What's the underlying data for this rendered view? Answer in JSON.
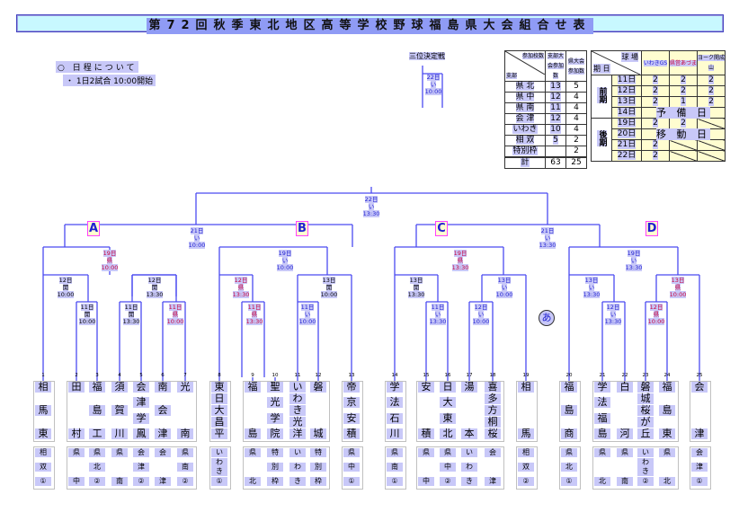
{
  "title": "第72回秋季東北地区高等学校野球福島県大会組合せ表",
  "notes": {
    "heading": "○ 日程について",
    "line1": "・ 1日2試合 10:00開始"
  },
  "third_place": {
    "label": "三位決定戦",
    "date": "22日",
    "venue": "い",
    "time": "10:00"
  },
  "entry_table": {
    "header_corner_top": "参加校数",
    "header_corner_bottom": "支部",
    "header_col1": "支部大会参加数",
    "header_col2": "県大会参加数",
    "rows": [
      {
        "branch": "県 北",
        "branch_count": "13",
        "pref_count": "5"
      },
      {
        "branch": "県 中",
        "branch_count": "12",
        "pref_count": "4"
      },
      {
        "branch": "県 南",
        "branch_count": "11",
        "pref_count": "4"
      },
      {
        "branch": "会 津",
        "branch_count": "12",
        "pref_count": "4"
      },
      {
        "branch": "いわき",
        "branch_count": "10",
        "pref_count": "4"
      },
      {
        "branch": "相 双",
        "branch_count": "5",
        "pref_count": "2"
      },
      {
        "branch": "特別枠",
        "branch_count": "",
        "pref_count": "2"
      }
    ],
    "total_label": "計",
    "total_branch": "63",
    "total_pref": "25"
  },
  "schedule_table": {
    "header_corner_top": "球 場",
    "header_corner_bottom": "期 日",
    "venues": [
      "いわきGS",
      "県営あづま",
      "ヨーク開成山"
    ],
    "period_early": "前期",
    "period_late": "後期",
    "rows": [
      {
        "day": "11日",
        "v1": "2",
        "v2": "2",
        "v3": "2"
      },
      {
        "day": "12日",
        "v1": "2",
        "v2": "2",
        "v3": "2"
      },
      {
        "day": "13日",
        "v1": "2",
        "v2": "1",
        "v3": "2"
      },
      {
        "day": "14日",
        "merged": "予 備 日"
      },
      {
        "day": "19日",
        "v1": "2",
        "v2": "2",
        "v3": ""
      },
      {
        "day": "20日",
        "merged": "移 動 日"
      },
      {
        "day": "21日",
        "v1": "2",
        "v2": "",
        "v3": ""
      },
      {
        "day": "22日",
        "v1": "2",
        "v2": "",
        "v3": ""
      }
    ]
  },
  "regions": [
    "A",
    "B",
    "C",
    "D"
  ],
  "matches": {
    "final": {
      "date": "22日",
      "venue": "い",
      "time": "13:30",
      "color": "blue"
    },
    "semi_ab": {
      "date": "21日",
      "venue": "い",
      "time": "10:00",
      "color": "blue"
    },
    "semi_cd": {
      "date": "21日",
      "venue": "い",
      "time": "13:30",
      "color": "blue"
    },
    "qf_a": {
      "date": "19日",
      "venue": "県",
      "time": "10:00",
      "color": "red"
    },
    "qf_b": {
      "date": "19日",
      "venue": "い",
      "time": "10:00",
      "color": "blue"
    },
    "qf_c": {
      "date": "19日",
      "venue": "県",
      "time": "13:30",
      "color": "red"
    },
    "qf_d": {
      "date": "19日",
      "venue": "い",
      "time": "13:30",
      "color": "blue"
    },
    "r2_a1": {
      "date": "12日",
      "venue": "開",
      "time": "10:00",
      "color": "black"
    },
    "r2_a2": {
      "date": "12日",
      "venue": "開",
      "time": "13:30",
      "color": "black"
    },
    "r1_a1": {
      "date": "11日",
      "venue": "開",
      "time": "10:00",
      "color": "black"
    },
    "r1_a2": {
      "date": "11日",
      "venue": "開",
      "time": "13:30",
      "color": "black"
    },
    "r1_a3": {
      "date": "11日",
      "venue": "県",
      "time": "10:00",
      "color": "red"
    },
    "r2_b1": {
      "date": "12日",
      "venue": "県",
      "time": "13:30",
      "color": "red"
    },
    "r2_b2": {
      "date": "13日",
      "venue": "開",
      "time": "10:00",
      "color": "black"
    },
    "r1_b1": {
      "date": "11日",
      "venue": "県",
      "time": "13:30",
      "color": "red"
    },
    "r1_b2": {
      "date": "11日",
      "venue": "い",
      "time": "10:00",
      "color": "blue"
    },
    "r2_c1": {
      "date": "13日",
      "venue": "開",
      "time": "13:30",
      "color": "black"
    },
    "r2_c2": {
      "date": "13日",
      "venue": "い",
      "time": "10:00",
      "color": "blue"
    },
    "r1_c1": {
      "date": "11日",
      "venue": "い",
      "time": "13:30",
      "color": "blue"
    },
    "r1_c2": {
      "date": "12日",
      "venue": "い",
      "time": "10:00",
      "color": "blue"
    },
    "r2_d1": {
      "date": "13日",
      "venue": "い",
      "time": "13:30",
      "color": "blue"
    },
    "r2_d2": {
      "date": "13日",
      "venue": "県",
      "time": "10:00",
      "color": "red"
    },
    "r1_d1": {
      "date": "12日",
      "venue": "い",
      "time": "13:30",
      "color": "blue"
    },
    "r1_d2": {
      "date": "12日",
      "venue": "県",
      "time": "10:00",
      "color": "red"
    }
  },
  "marker_a": "あ",
  "teams": [
    {
      "seed": "1",
      "name": "相馬東",
      "pref": "相双①"
    },
    {
      "seed": "2",
      "name": "田村",
      "pref": "県中"
    },
    {
      "seed": "3",
      "name": "福島工",
      "pref": "県北②"
    },
    {
      "seed": "4",
      "name": "須賀川",
      "pref": "県南"
    },
    {
      "seed": "5",
      "name": "会津学鳳",
      "pref": "会津②"
    },
    {
      "seed": "6",
      "name": "南会津",
      "pref": "会津"
    },
    {
      "seed": "7",
      "name": "光南",
      "pref": "県南②"
    },
    {
      "seed": "8",
      "name": "東日大昌平",
      "pref": "いわき①"
    },
    {
      "seed": "9",
      "name": "福島",
      "pref": "県北"
    },
    {
      "seed": "10",
      "name": "聖光学院",
      "pref": "特別枠"
    },
    {
      "seed": "11",
      "name": "いわき光洋",
      "pref": "いわき"
    },
    {
      "seed": "12",
      "name": "磐城",
      "pref": "特別枠"
    },
    {
      "seed": "13",
      "name": "帝京安積",
      "pref": "県中①"
    },
    {
      "seed": "14",
      "name": "学法石川",
      "pref": "県南①"
    },
    {
      "seed": "15",
      "name": "安積",
      "pref": "県中"
    },
    {
      "seed": "16",
      "name": "日大東北",
      "pref": "県中②"
    },
    {
      "seed": "17",
      "name": "湯本",
      "pref": "いわき"
    },
    {
      "seed": "18",
      "name": "喜多方桐桜",
      "pref": "会津"
    },
    {
      "seed": "19",
      "name": "相馬",
      "pref": "相双②"
    },
    {
      "seed": "20",
      "name": "福島商",
      "pref": "県北①"
    },
    {
      "seed": "21",
      "name": "学法福島",
      "pref": "県北"
    },
    {
      "seed": "22",
      "name": "白河",
      "pref": "県南"
    },
    {
      "seed": "23",
      "name": "磐城桜が丘",
      "pref": "いわき②"
    },
    {
      "seed": "24",
      "name": "福島東",
      "pref": "県北"
    },
    {
      "seed": "25",
      "name": "会津",
      "pref": "会津①"
    }
  ]
}
